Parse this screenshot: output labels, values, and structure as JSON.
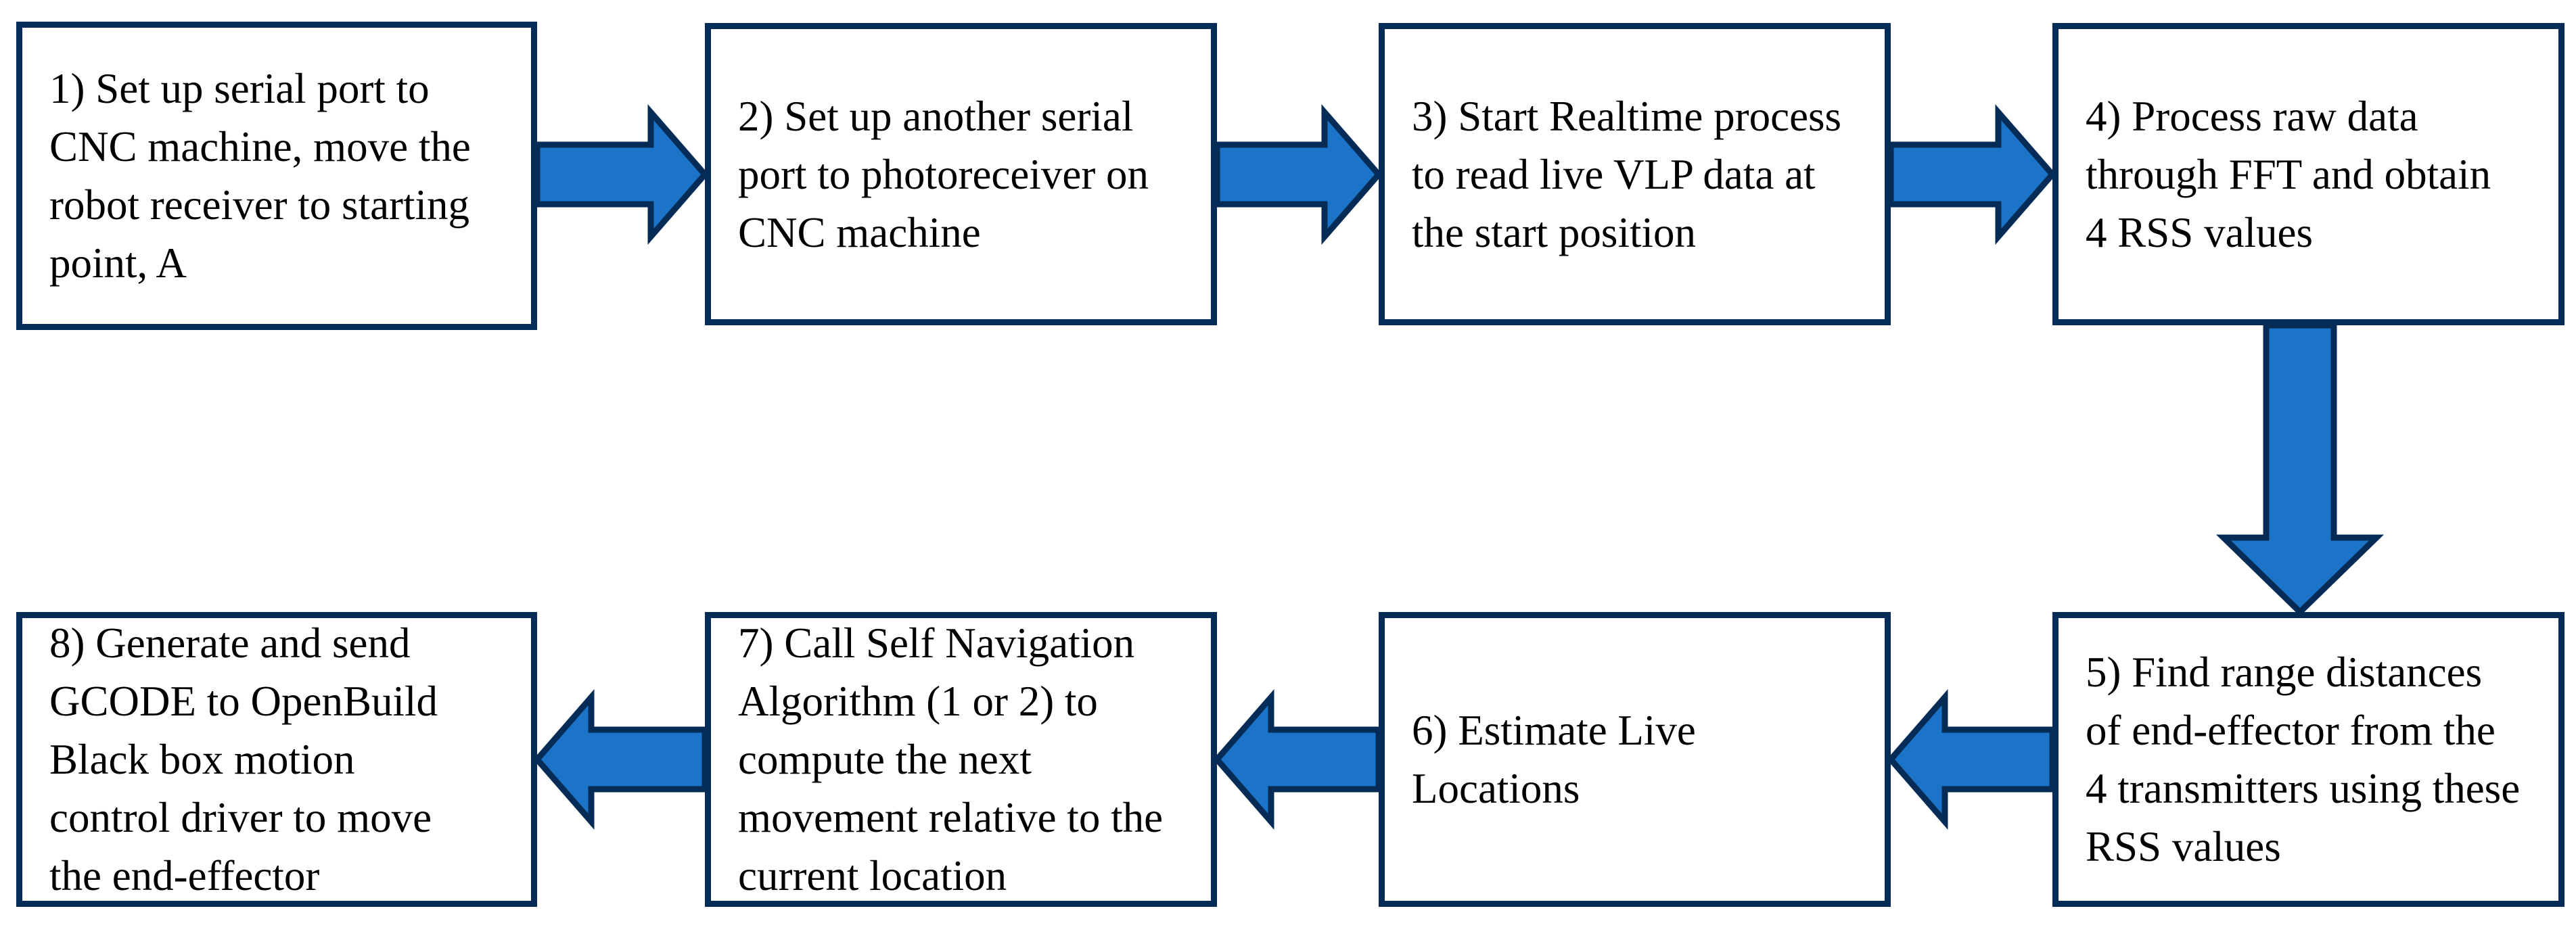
{
  "figure": {
    "kind": "flowchart",
    "step_count": 8,
    "flow_order": "top row left-to-right (1-4), down on right side, bottom row right-to-left (5-8)"
  },
  "colors": {
    "background": "#ffffff",
    "box_border": "#052c56",
    "arrow_fill": "#1b74c8",
    "arrow_outline": "#052c56",
    "text": "#000000"
  },
  "boxes": [
    {
      "id": 1,
      "text": "1) Set up serial port to\nCNC machine, move the\nrobot receiver to starting\npoint, A"
    },
    {
      "id": 2,
      "text": "2) Set up another serial\nport to photoreceiver on\nCNC machine"
    },
    {
      "id": 3,
      "text": "3) Start Realtime process\nto read live VLP data at\nthe start position"
    },
    {
      "id": 4,
      "text": "4) Process raw data\nthrough FFT and obtain\n4 RSS values"
    },
    {
      "id": 5,
      "text": "5) Find range distances\nof end-effector from the\n4 transmitters using these\nRSS values"
    },
    {
      "id": 6,
      "text": "6) Estimate Live\nLocations"
    },
    {
      "id": 7,
      "text": "7) Call Self Navigation\nAlgorithm (1 or 2) to\ncompute the next\nmovement relative to the\ncurrent location"
    },
    {
      "id": 8,
      "text": "8) Generate and send\nGCODE to OpenBuild\nBlack box motion\ncontrol driver to move\nthe end-effector"
    }
  ],
  "arrows": [
    {
      "from": 1,
      "to": 2,
      "direction": "right"
    },
    {
      "from": 2,
      "to": 3,
      "direction": "right"
    },
    {
      "from": 3,
      "to": 4,
      "direction": "right"
    },
    {
      "from": 4,
      "to": 5,
      "direction": "down"
    },
    {
      "from": 5,
      "to": 6,
      "direction": "left"
    },
    {
      "from": 6,
      "to": 7,
      "direction": "left"
    },
    {
      "from": 7,
      "to": 8,
      "direction": "left"
    }
  ]
}
